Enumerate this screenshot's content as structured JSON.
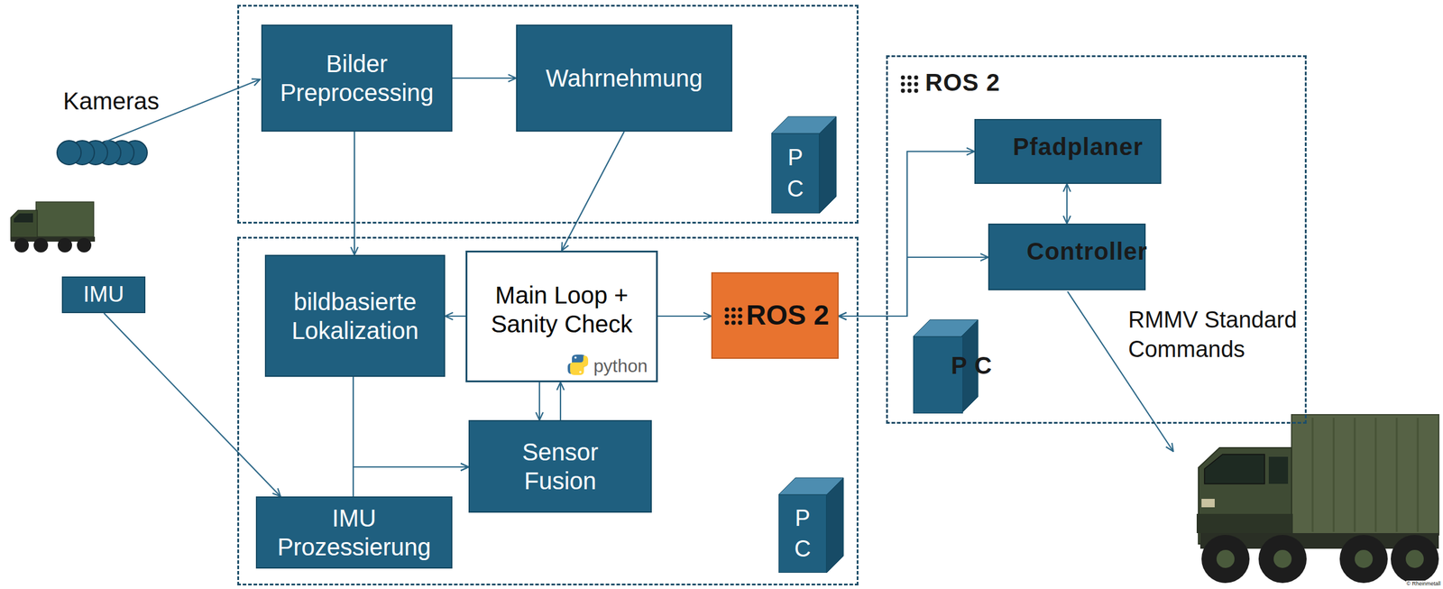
{
  "diagram": {
    "nodes": [
      {
        "text": []
      },
      {
        "text": [
          "Bilder Preprocessing"
        ],
        "in": 0
      },
      {
        "text": [
          "Wahrnehmung"
        ],
        "in": 0
      },
      {
        "text": [
          "P C"
        ],
        "in": 0
      },
      {
        "text": [
          "ROS 2"
        ]
      },
      {
        "text": [
          "Pfadplaner"
        ],
        "in": 4
      },
      {
        "text": [
          "Controller"
        ],
        "in": 4
      },
      {
        "text": [
          "P C"
        ],
        "in": 4
      },
      {
        "text": [
          "IMU"
        ]
      },
      {
        "text": []
      },
      {
        "text": [
          "bildbasierte Lokalization"
        ],
        "in": 9
      },
      {
        "text": [
          "Main Loop + Sanity Check",
          "python"
        ],
        "in": 9
      },
      {
        "text": [
          "ROS 2"
        ],
        "in": 9
      },
      {
        "text": [
          "Sensor Fusion"
        ],
        "in": 9
      },
      {
        "text": [
          "IMU Prozessierung"
        ],
        "in": 9
      },
      {
        "text": [
          "P C"
        ],
        "in": 9
      }
    ],
    "edges": [
      {
        "from": 1,
        "to": 2,
        "arrow": "to"
      },
      {
        "from": 1,
        "to": 10,
        "arrow": "to"
      },
      {
        "from": 2,
        "to": 11,
        "arrow": "to"
      },
      {
        "from": 11,
        "to": 10,
        "arrow": "to"
      },
      {
        "from": 11,
        "to": 12,
        "arrow": "to"
      },
      {
        "from": 11,
        "to": 13,
        "arrow": "to"
      },
      {
        "from": 13,
        "to": 11,
        "arrow": "to"
      },
      {
        "from": 10,
        "to": 13,
        "arrow": "to"
      },
      {
        "from": 14,
        "to": 13,
        "arrow": "to"
      },
      {
        "from": 8,
        "to": 14,
        "arrow": "to"
      },
      {
        "from": 12,
        "to": 5,
        "arrow": "both"
      },
      {
        "from": 12,
        "to": 6,
        "arrow": "both"
      },
      {
        "from": 5,
        "to": 6,
        "arrow": "both"
      }
    ],
    "labels": [
      "Kameras",
      "RMMV Standard Commands",
      "© Rheinmetall"
    ]
  }
}
